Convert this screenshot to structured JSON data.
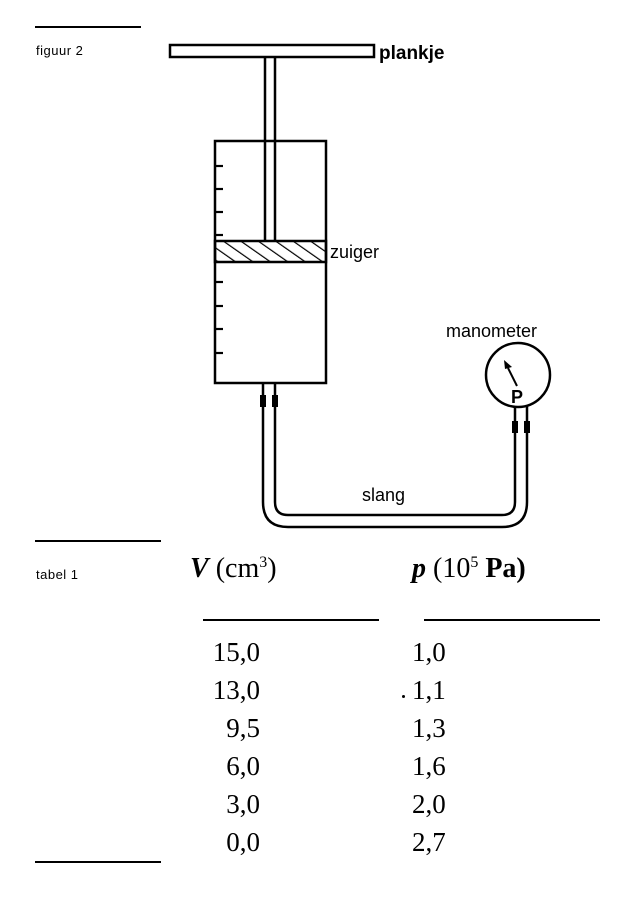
{
  "figure": {
    "caption": "figuur 2",
    "labels": {
      "plank": "plankje",
      "piston": "zuiger",
      "gauge": "manometer",
      "gauge_symbol": "P",
      "hose": "slang"
    }
  },
  "table": {
    "caption": "tabel 1",
    "col_v": {
      "symbol": "V",
      "unit_open": " (cm",
      "unit_exp": "3",
      "unit_close": ")"
    },
    "col_p": {
      "symbol": "p",
      "unit_open": " (10",
      "unit_exp": "5",
      "unit_close": " Pa)"
    },
    "rows": [
      {
        "v": "15,0",
        "p": "1,0"
      },
      {
        "v": "13,0",
        "p": "1,1"
      },
      {
        "v": "9,5",
        "p": "1,3"
      },
      {
        "v": "6,0",
        "p": "1,6"
      },
      {
        "v": "3,0",
        "p": "2,0"
      },
      {
        "v": "0,0",
        "p": "2,7"
      }
    ]
  }
}
